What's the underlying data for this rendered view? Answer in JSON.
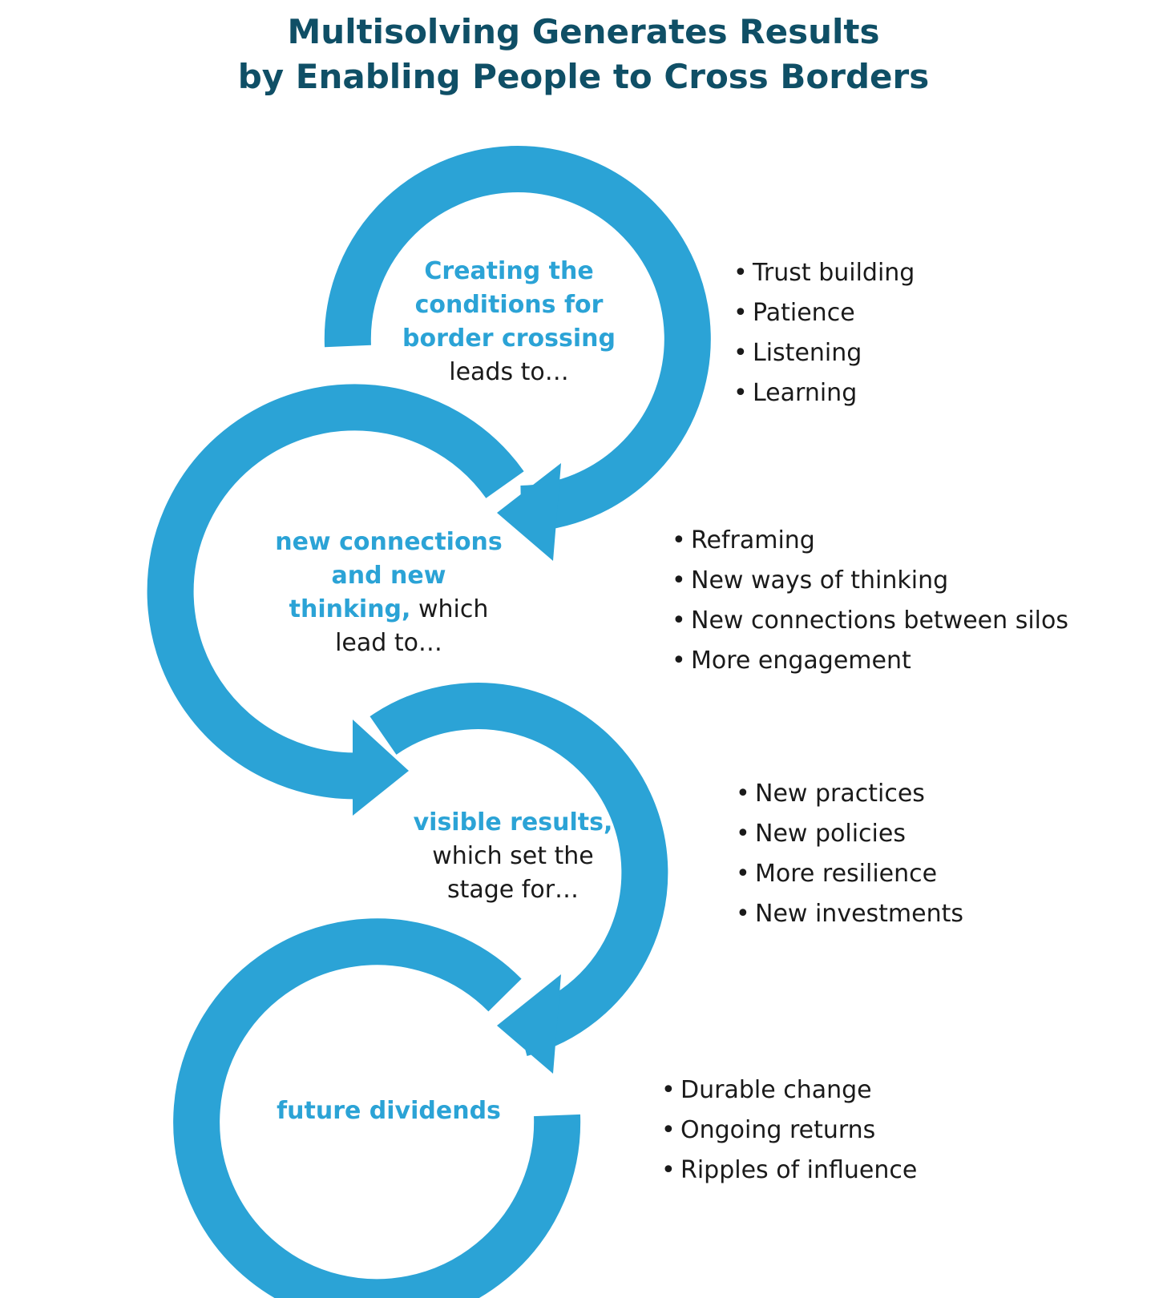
{
  "title": {
    "line1": "Multisolving Generates Results",
    "line2": "by Enabling People to Cross Borders"
  },
  "colors": {
    "loop": "#2ba3d6",
    "title": "#0f4f66",
    "highlight": "#2ba3d6",
    "text": "#1a1a1a"
  },
  "stages": [
    {
      "hl_lines": [
        "Creating the",
        "conditions for",
        "border crossing"
      ],
      "tail_lines": [
        "leads to…"
      ],
      "bullets": [
        "Trust building",
        "Patience",
        "Listening",
        "Learning"
      ]
    },
    {
      "hl_lines": [
        "new connections",
        "and new",
        "thinking,"
      ],
      "inline_plain": " which",
      "tail_lines": [
        "lead to…"
      ],
      "bullets": [
        "Reframing",
        "New ways of thinking",
        "New connections between silos",
        "More engagement"
      ]
    },
    {
      "hl_lines": [
        "visible results,"
      ],
      "tail_lines": [
        "which set the",
        "stage for…"
      ],
      "bullets": [
        "New practices",
        "New policies",
        "More resilience",
        "New investments"
      ]
    },
    {
      "hl_lines": [
        "future dividends"
      ],
      "tail_lines": [],
      "bullets": [
        "Durable change",
        "Ongoing returns",
        "Ripples of influence"
      ]
    }
  ]
}
